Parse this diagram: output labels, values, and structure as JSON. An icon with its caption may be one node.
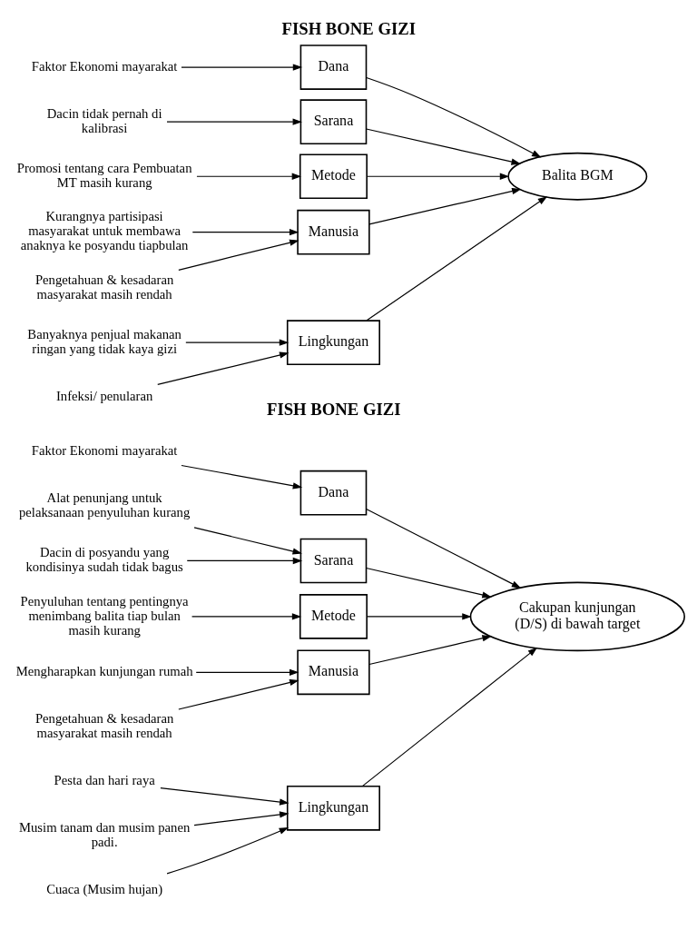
{
  "diagram": {
    "title": "FISH BONE GIZI",
    "nodes": [
      {
        "text": [
          "Manusia"
        ]
      },
      {
        "text": [
          "Metode"
        ]
      },
      {
        "text": [
          "Promosi tentang cara Pembuatan MT masih kurang"
        ]
      },
      {
        "text": [
          "Pengetahuan & kesadaran masyarakat masih rendah"
        ]
      },
      {
        "text": [
          "Kurangnya partisipasi masyarakat untuk membawa anaknya ke posyandu tiapbulan"
        ]
      },
      {
        "text": [
          "Balita BGM"
        ]
      },
      {
        "text": [
          "Dacin tidak pernah di kalibrasi"
        ]
      },
      {
        "text": [
          "Faktor Ekonomi mayarakat"
        ]
      },
      {
        "text": [
          "Infeksi/ penularan"
        ]
      },
      {
        "text": [
          "Banyaknya penjual makanan ringan yang tidak kaya gizi"
        ]
      },
      {
        "text": [
          "Sarana"
        ]
      },
      {
        "text": [
          "Dana"
        ]
      },
      {
        "text": [
          "Lingkungan"
        ]
      },
      {
        "text": [
          "Manusia"
        ]
      },
      {
        "text": [
          "Metode"
        ]
      },
      {
        "text": [
          "Pengetahuan & kesadaran masyarakat masih rendah"
        ]
      },
      {
        "text": [
          "Penyuluhan tentang pentingnya menimbang balita tiap bulan masih kurang"
        ]
      },
      {
        "text": [
          "Mengharapkan kunjungan rumah"
        ]
      },
      {
        "text": [
          "Cakupan kunjungan (D/S) di bawah target"
        ]
      },
      {
        "text": [
          "Dacin di posyandu yang kondisinya sudah tidak bagus"
        ]
      },
      {
        "text": [
          "Cuaca (Musim hujan)"
        ]
      },
      {
        "text": [
          "Faktor Ekonomi mayarakat"
        ]
      },
      {
        "text": [
          "Musim tanam dan musim panen padi."
        ]
      },
      {
        "text": [
          "Alat penunjang untuk pelaksanaan penyuluhan kurang"
        ]
      },
      {
        "text": [
          "Pesta dan hari raya"
        ]
      },
      {
        "text": [
          "Sarana"
        ]
      },
      {
        "text": [
          "Dana"
        ]
      },
      {
        "text": [
          "Lingkungan"
        ]
      }
    ],
    "edges": [
      {
        "from": 3,
        "to": 0,
        "arrow": "to"
      },
      {
        "from": 2,
        "to": 1,
        "arrow": "to"
      },
      {
        "from": 4,
        "to": 0,
        "arrow": "to"
      },
      {
        "from": 0,
        "to": 5,
        "arrow": "to"
      },
      {
        "from": 1,
        "to": 5,
        "arrow": "to"
      },
      {
        "from": 6,
        "to": 10,
        "arrow": "to"
      },
      {
        "from": 7,
        "to": 11,
        "arrow": "to"
      },
      {
        "from": 8,
        "to": 12,
        "arrow": "to"
      },
      {
        "from": 9,
        "to": 12,
        "arrow": "to"
      },
      {
        "from": 10,
        "to": 5,
        "arrow": "to"
      },
      {
        "from": 11,
        "to": 5,
        "arrow": "to"
      },
      {
        "from": 12,
        "to": 5,
        "arrow": "to"
      },
      {
        "from": 15,
        "to": 13,
        "arrow": "to"
      },
      {
        "from": 16,
        "to": 14,
        "arrow": "to"
      },
      {
        "from": 17,
        "to": 13,
        "arrow": "to"
      },
      {
        "from": 13,
        "to": 18,
        "arrow": "to"
      },
      {
        "from": 14,
        "to": 18,
        "arrow": "to"
      },
      {
        "from": 19,
        "to": 25,
        "arrow": "to"
      },
      {
        "from": 20,
        "to": 27,
        "arrow": "to"
      },
      {
        "from": 21,
        "to": 26,
        "arrow": "to"
      },
      {
        "from": 22,
        "to": 27,
        "arrow": "to"
      },
      {
        "from": 23,
        "to": 25,
        "arrow": "to"
      },
      {
        "from": 24,
        "to": 27,
        "arrow": "to"
      },
      {
        "from": 25,
        "to": 18,
        "arrow": "to"
      },
      {
        "from": 26,
        "to": 18,
        "arrow": "to"
      },
      {
        "from": 27,
        "to": 18,
        "arrow": "to"
      }
    ],
    "labels": [
      "FISH BONE GIZI"
    ]
  }
}
